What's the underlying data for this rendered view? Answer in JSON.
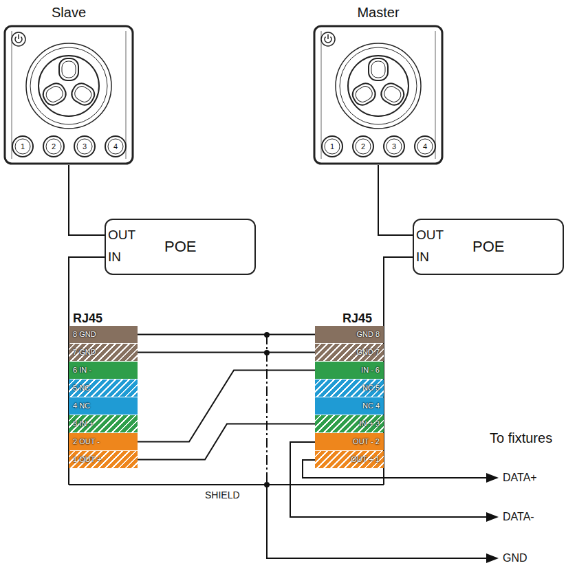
{
  "diagram": {
    "nodes": [
      {
        "text": [
          "Slave"
        ]
      },
      {
        "text": [
          "Master"
        ]
      },
      {
        "text": [
          "OUT",
          "IN",
          "POE"
        ]
      },
      {
        "text": [
          "OUT",
          "IN",
          "POE"
        ]
      },
      {
        "text": [
          "8 GND"
        ]
      },
      {
        "text": [
          "7 GND"
        ]
      },
      {
        "text": [
          "6 IN -"
        ]
      },
      {
        "text": [
          "5 NC"
        ]
      },
      {
        "text": [
          "4 NC"
        ]
      },
      {
        "text": [
          "3 IN +"
        ]
      },
      {
        "text": [
          "2 OUT -"
        ]
      },
      {
        "text": [
          "1 OUT +"
        ]
      },
      {
        "text": [
          "GND 8"
        ]
      },
      {
        "text": [
          "GND 7"
        ]
      },
      {
        "text": [
          "IN - 6"
        ]
      },
      {
        "text": [
          "NC 5"
        ]
      },
      {
        "text": [
          "NC 4"
        ]
      },
      {
        "text": [
          "IN + 3"
        ]
      },
      {
        "text": [
          "OUT - 2"
        ]
      },
      {
        "text": [
          "OUT + 1"
        ]
      }
    ],
    "edges": [
      {
        "from": 0,
        "to": 2,
        "arrow": "none"
      },
      {
        "from": 1,
        "to": 3,
        "arrow": "none"
      },
      {
        "from": 2,
        "to": 4,
        "arrow": "none"
      },
      {
        "from": 3,
        "to": 12,
        "arrow": "none"
      },
      {
        "from": 4,
        "to": 12,
        "arrow": "none"
      },
      {
        "from": 5,
        "to": 13,
        "arrow": "none"
      },
      {
        "from": 10,
        "to": 14,
        "arrow": "none"
      },
      {
        "from": 11,
        "to": 17,
        "arrow": "none"
      }
    ],
    "labels": [
      "1",
      "2",
      "3",
      "4",
      "1",
      "2",
      "3",
      "4",
      "RJ45",
      "RJ45",
      "SHIELD",
      "To fixtures",
      "DATA+",
      "DATA-",
      "GND"
    ]
  }
}
